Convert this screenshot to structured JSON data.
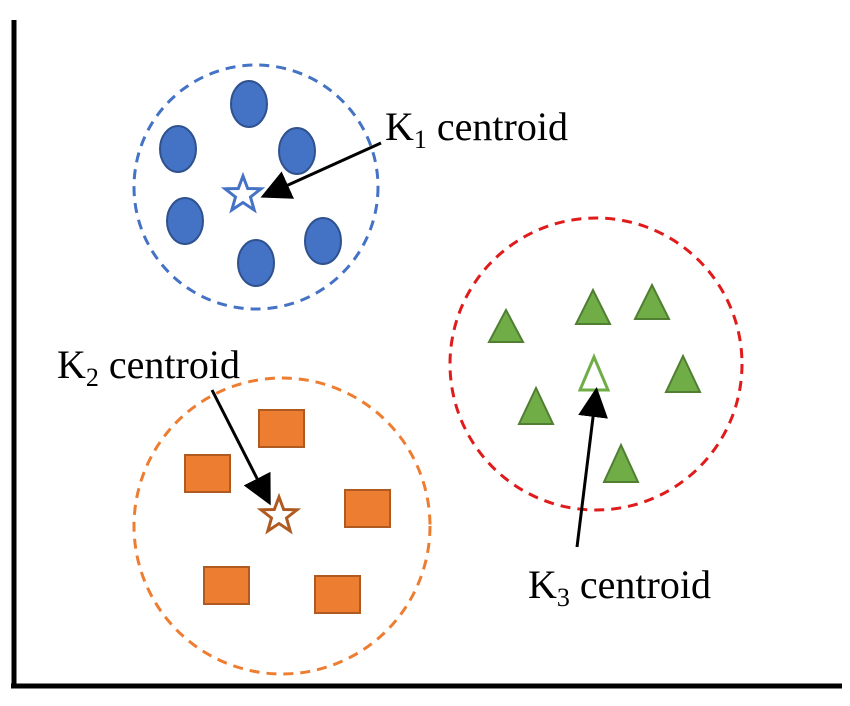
{
  "colors": {
    "cluster1_fill": "#4472C4",
    "cluster1_edge": "#2F528F",
    "cluster1_boundary": "#4472C4",
    "cluster2_fill": "#ED7D31",
    "cluster2_edge": "#AE5A21",
    "cluster2_boundary": "#ED7D31",
    "cluster3_fill": "#70AD47",
    "cluster3_edge": "#507E32",
    "cluster3_boundary": "#E01B1B",
    "axes": "#000000"
  },
  "clusters": [
    {
      "id": "k1",
      "point_shape": "ellipse",
      "centroid_marker": "star-outline",
      "label": {
        "letter": "K",
        "index": "1",
        "text": " centroid"
      }
    },
    {
      "id": "k2",
      "point_shape": "rectangle",
      "centroid_marker": "star-outline",
      "label": {
        "letter": "K",
        "index": "2",
        "text": " centroid"
      }
    },
    {
      "id": "k3",
      "point_shape": "triangle",
      "centroid_marker": "triangle-outline",
      "label": {
        "letter": "K",
        "index": "3",
        "text": " centroid"
      }
    }
  ]
}
